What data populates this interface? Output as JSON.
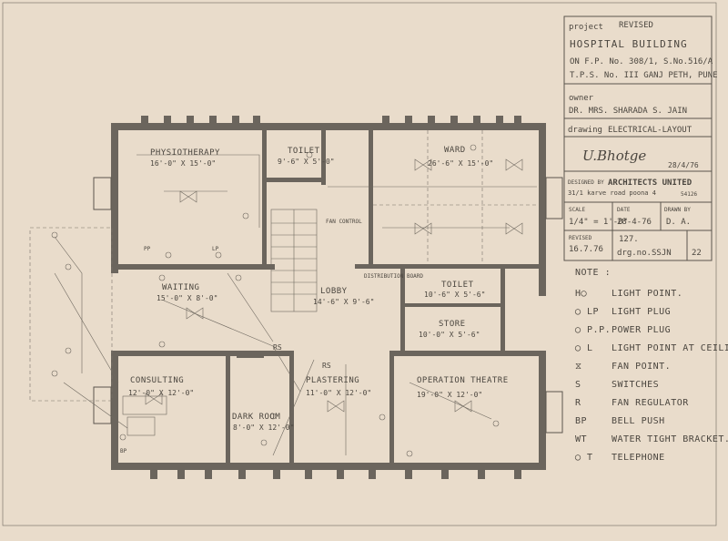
{
  "title_block": {
    "project_label": "project",
    "revised_stamp": "REVISED",
    "project_line1": "HOSPITAL BUILDING",
    "project_line2": "ON F.P. No. 308/1, S.No.516/A",
    "project_line3": "T.P.S. No. III GANJ PETH, PUNE",
    "owner_label": "owner",
    "owner_name": "DR. MRS. SHARADA S. JAIN",
    "drawing_label": "drawing",
    "drawing_name": "ELECTRICAL-LAYOUT",
    "signature": "U.Bhotge",
    "signature_date": "28/4/76",
    "designed_by_label": "DESIGNED BY",
    "firm_name": "ARCHITECTS UNITED",
    "firm_address": "31/1 karve road poona 4",
    "firm_phone": "54126",
    "scale_label": "SCALE",
    "scale_value": "1/4\" = 1'-0\"",
    "date_label": "DATE",
    "date_value": "28-4-76",
    "drawn_by_label": "DRAWN BY",
    "drawn_by_value": "D. A.",
    "revised_label": "REVISED",
    "revised_value": "16.7.76",
    "drg_no_top": "127.",
    "drg_no_label": "drg.no.",
    "drg_no_value": "SSJN",
    "drg_no_sheet": "22"
  },
  "legend": {
    "heading": "NOTE :",
    "items": [
      {
        "symbol": "H◯",
        "text": "LIGHT POINT."
      },
      {
        "symbol": "◯ LP",
        "text": "LIGHT PLUG"
      },
      {
        "symbol": "◯ P.P.",
        "text": "POWER PLUG"
      },
      {
        "symbol": "◯ L",
        "text": "LIGHT POINT AT CEILING"
      },
      {
        "symbol": "⧖",
        "text": "FAN POINT."
      },
      {
        "symbol": "S",
        "text": "SWITCHES"
      },
      {
        "symbol": "R",
        "text": "FAN REGULATOR"
      },
      {
        "symbol": "BP",
        "text": "BELL PUSH"
      },
      {
        "symbol": "WT",
        "text": "WATER TIGHT BRACKET."
      },
      {
        "symbol": "◯ T",
        "text": "TELEPHONE"
      }
    ]
  },
  "rooms": [
    {
      "name": "PHYSIOTHERAPY",
      "size": "16'-0\" X 15'-0\""
    },
    {
      "name": "TOILET",
      "size": "9'-6\" X 5'-0\""
    },
    {
      "name": "WARD",
      "size": "26'-6\" X 15'-0\""
    },
    {
      "name": "WAITING",
      "size": "15'-0\" X 8'-0\""
    },
    {
      "name": "LOBBY",
      "size": "14'-6\" X 9'-6\""
    },
    {
      "name": "TOILET",
      "size": "10'-6\" X 5'-6\""
    },
    {
      "name": "STORE",
      "size": "10'-0\" X 5'-6\""
    },
    {
      "name": "CONSULTING",
      "size": "12'-0\" X 12'-0\""
    },
    {
      "name": "DARK ROOM",
      "size": "8'-0\" X 12'-0\""
    },
    {
      "name": "PLASTERING",
      "size": "11'-0\" X 12'-0\""
    },
    {
      "name": "OPERATION THEATRE",
      "size": "19'-0\" X 12'-0\""
    }
  ],
  "annotations": {
    "distribution_board": "DISTRIBUTION BOARD",
    "fan_control": "FAN CONTROL",
    "rs1": "RS",
    "rs2": "RS",
    "lp": "LP",
    "pp": "PP",
    "bp": "BP"
  }
}
